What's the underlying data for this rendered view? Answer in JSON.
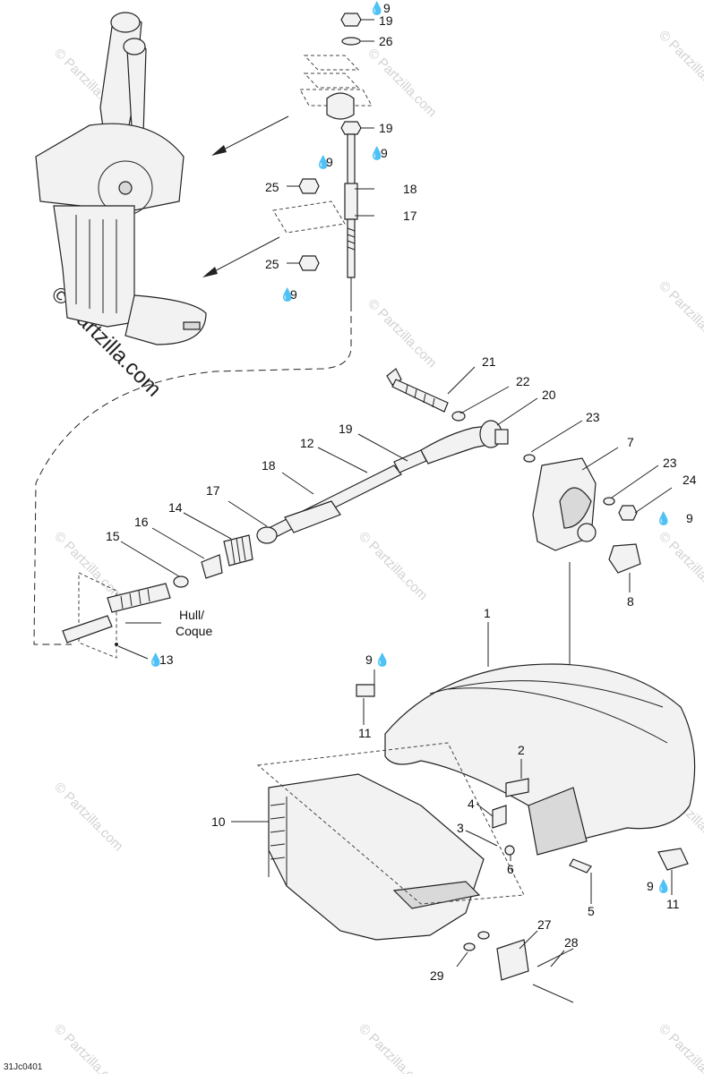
{
  "watermark": {
    "big_text": "© Partzilla.com",
    "repeat_text": "© Partzilla.com"
  },
  "figure_code": "31Jc0401",
  "callouts": {
    "c9a": "9",
    "c19a": "19",
    "c26": "26",
    "c19b": "19",
    "c9b": "9",
    "c9c": "9",
    "c25a": "25",
    "c18a": "18",
    "c17a": "17",
    "c25b": "25",
    "c9d": "9",
    "c21": "21",
    "c22": "22",
    "c20": "20",
    "c19c": "19",
    "c12": "12",
    "c23a": "23",
    "c7": "7",
    "c18b": "18",
    "c17b": "17",
    "c23b": "23",
    "c24": "24",
    "c14": "14",
    "c16": "16",
    "c9e": "9",
    "c15": "15",
    "c8": "8",
    "c1": "1",
    "c13": "13",
    "c9f": "9",
    "c11a": "11",
    "c2": "2",
    "c10": "10",
    "c4": "4",
    "c3": "3",
    "c6": "6",
    "c5": "5",
    "c9g": "9",
    "c11b": "11",
    "c27": "27",
    "c28": "28",
    "c29": "29"
  },
  "hull_label": {
    "line1": "Hull/",
    "line2": "Coque"
  },
  "loctite_icon": "droplet-icon"
}
